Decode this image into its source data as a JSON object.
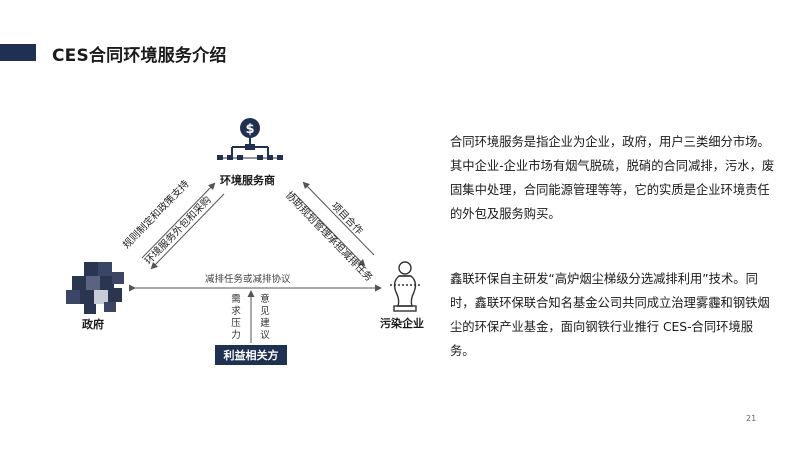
{
  "header": {
    "title": "CES合同环境服务介绍"
  },
  "diagram": {
    "nodes": {
      "provider": "环境服务商",
      "government": "政府",
      "enterprise": "污染企业",
      "stakeholder": "利益相关方"
    },
    "edges": {
      "gov_provider_outer": "规则制定和政策支持",
      "gov_provider_inner": "环境服务外包和采购",
      "provider_ent_outer": "项目合作",
      "provider_ent_inner": "协助规划管理承担减排任务",
      "gov_ent": "减排任务或减排协议",
      "stake_demand": "需求压力",
      "stake_advice": "意见建议"
    },
    "icons": {
      "provider": "money-org-icon",
      "government": "cubes-icon",
      "enterprise": "chess-pawn-icon"
    }
  },
  "text": {
    "para1": "合同环境服务是指企业为企业，政府，用户三类细分市场。其中企业-企业市场有烟气脱硫，脱硝的合同减排，污水，废固集中处理，合同能源管理等等，它的实质是企业环境责任的外包及服务购买。",
    "para2": "鑫联环保自主研发“高炉烟尘梯级分选减排利用”技术。同时，鑫联环保联合知名基金公司共同成立治理雾霾和钢铁烟尘的环保产业基金，面向钢铁行业推行 CES-合同环境服务。"
  },
  "footer": {
    "page": "21"
  },
  "colors": {
    "accent": "#1f3152",
    "line": "#555555"
  }
}
